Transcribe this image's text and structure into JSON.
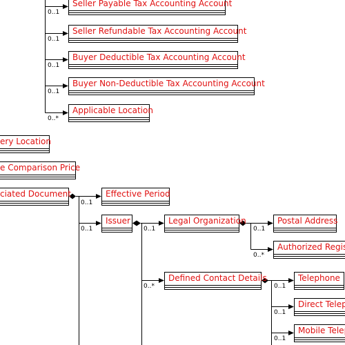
{
  "nodes": {
    "seller_payable": "Seller Payable Tax Accounting Account",
    "seller_refundable": "Seller Refundable Tax Accounting Account",
    "buyer_deductible": "Buyer Deductible Tax Accounting Account",
    "buyer_non_deductible": "Buyer Non-Deductible Tax Accounting Account",
    "applicable_location": "Applicable Location",
    "delivery_location": "ery Location",
    "comparison_price": "e Comparison Price",
    "associated_document": "ciated Document",
    "effective_period": "Effective Period",
    "issuer": "Issuer",
    "legal_organization": "Legal Organization",
    "postal_address": "Postal Address",
    "authorized_registration": "Authorized Regist",
    "defined_contact_details": "Defined Contact Details",
    "telephone": "Telephone",
    "direct_telephone": "Direct Telep",
    "mobile_telephone": "Mobile Telep"
  },
  "cardinalities": {
    "seller_payable": "0..1",
    "seller_refundable": "0..1",
    "buyer_deductible": "0..1",
    "buyer_non_deductible": "0..1",
    "applicable_location": "0..*",
    "effective_period": "0..1",
    "issuer": "0..1",
    "legal_organization": "0..1",
    "postal_address": "0..1",
    "authorized_registration": "0..*",
    "defined_contact_details": "0..*",
    "telephone": "0..1",
    "direct_telephone": "0..1",
    "mobile_telephone": "0..1"
  },
  "colors": {
    "label": "#e01010",
    "line": "#000000"
  }
}
